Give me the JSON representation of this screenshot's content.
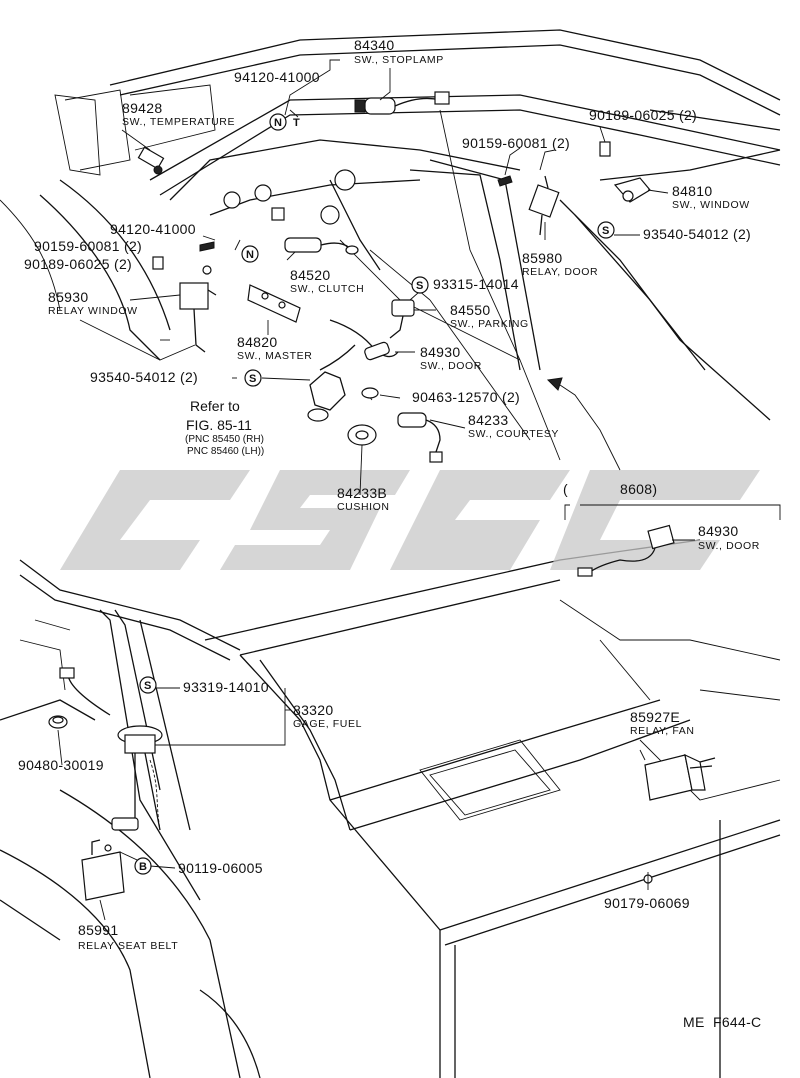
{
  "diagram": {
    "code": "ME  F644-C",
    "watermark_text": "CSGC",
    "fig_ref": {
      "line1": "Refer to",
      "line2": "FIG. 85-11",
      "line3": "(PNC 85450 (RH)",
      "line4": "PNC 85460 (LH))"
    },
    "callouts": {
      "p84340": "84340",
      "p84340_name": "SW., STOPLAMP",
      "p94120_a": "94120-41000",
      "p89428": "89428",
      "p89428_name": "SW., TEMPERATURE",
      "p90189_a": "90189-06025 (2)",
      "p90159_a": "90159-60081 (2)",
      "p84810": "84810",
      "p84810_name": "SW., WINDOW",
      "p93540_a": "93540-54012 (2)",
      "p85980": "85980",
      "p85980_name": "RELAY, DOOR",
      "p94120_b": "94120-41000",
      "p90159_b": "90159-60081 (2)",
      "p90189_b": "90189-06025 (2)",
      "p84520": "84520",
      "p84520_name": "SW., CLUTCH",
      "p93315": "93315-14014",
      "p84550": "84550",
      "p84550_name": "SW., PARKING",
      "p85930": "85930",
      "p85930_name": "RELAY WINDOW",
      "p84820": "84820",
      "p84820_name": "SW., MASTER",
      "p84930_a": "84930",
      "p84930_a_name": "SW., DOOR",
      "p93540_b": "93540-54012 (2)",
      "p90463": "90463-12570 (2)",
      "p84233": "84233",
      "p84233_name": "SW., COURTESY",
      "p84233b": "84233B",
      "p84233b_name": "CUSHION",
      "p8608": "8608)",
      "paren_open": "(",
      "p84930_b": "84930",
      "p84930_b_name": "SW., DOOR",
      "p93319": "93319-14010",
      "p83320": "83320",
      "p83320_name": "GAGE, FUEL",
      "p90480": "90480-30019",
      "p85927e": "85927E",
      "p85927e_name": "RELAY, FAN",
      "p90119": "90119-06005",
      "p90179": "90179-06069",
      "p85991": "85991",
      "p85991_name": "RELAY SEAT BELT"
    },
    "symbols": {
      "n": "N",
      "s": "S",
      "b": "B",
      "t": "T"
    }
  }
}
